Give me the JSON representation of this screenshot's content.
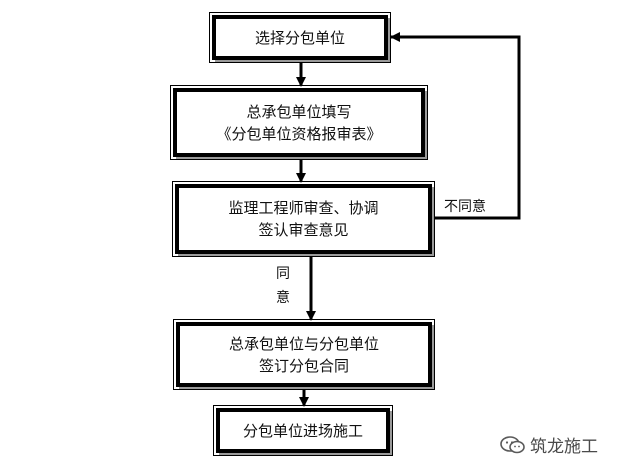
{
  "nodes": {
    "select": {
      "text": "选择分包单位"
    },
    "fill": {
      "line1": "总承包单位填写",
      "line2": "《分包单位资格报审表》"
    },
    "review": {
      "line1": "监理工程师审查、协调",
      "line2": "签认审查意见"
    },
    "contract": {
      "line1": "总承包单位与分包单位",
      "line2": "签订分包合同"
    },
    "enter": {
      "text": "分包单位进场施工"
    }
  },
  "edges": {
    "disagree": "不同意",
    "agree_1": "同",
    "agree_2": "意"
  },
  "watermark": {
    "text": "筑龙施工",
    "icon": "wechat-icon"
  },
  "colors": {
    "stroke": "#000000",
    "shadow": "#9a9a9a",
    "watermark": "#4a4a4a"
  }
}
